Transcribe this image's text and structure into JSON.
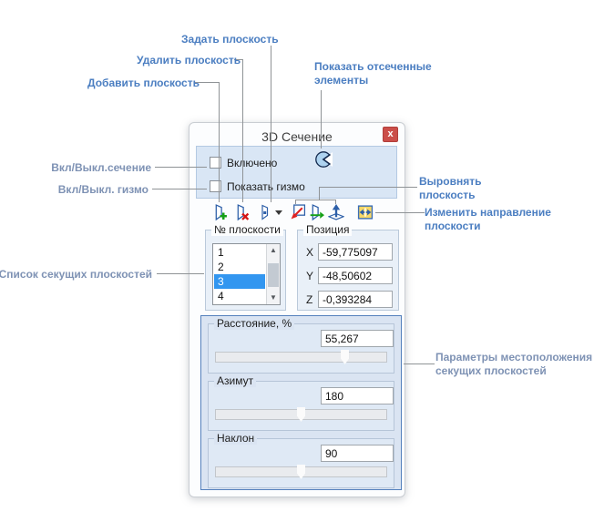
{
  "window": {
    "title": "3D Сечение",
    "close_label": "x"
  },
  "checkbox_panel": {
    "enabled": {
      "label": "Включено",
      "checked": false
    },
    "gizmo": {
      "label": "Показать гизмо",
      "checked": false
    },
    "section_view_icon": "section-eye-icon"
  },
  "toolbar": {
    "icons": [
      "add-plane-icon",
      "delete-plane-icon",
      "set-plane-icon",
      "dropdown-caret",
      "align-view-icon",
      "align-plane-icon",
      "align-normal-icon",
      "change-direction-icon"
    ]
  },
  "plane_list": {
    "label": "№ плоскости",
    "items": [
      "1",
      "2",
      "3",
      "4"
    ],
    "selected": "3"
  },
  "position": {
    "label": "Позиция",
    "rows": [
      {
        "axis": "X",
        "value": "-59,775097"
      },
      {
        "axis": "Y",
        "value": "-48,50602"
      },
      {
        "axis": "Z",
        "value": "-0,393284"
      }
    ]
  },
  "params": {
    "groups": [
      {
        "label": "Расстояние, %",
        "value": "55,267",
        "thumb_percent": 77
      },
      {
        "label": "Азимут",
        "value": "180",
        "thumb_percent": 50
      },
      {
        "label": "Наклон",
        "value": "90",
        "thumb_percent": 50
      }
    ]
  },
  "annotations": {
    "set_plane": "Задать плоскость",
    "delete_plane": "Удалить плоскость",
    "add_plane": "Добавить плоскость",
    "show_clipped_1": "Показать отсеченные",
    "show_clipped_2": "элементы",
    "toggle_section": "Вкл/Выкл.сечение",
    "toggle_gizmo": "Вкл/Выкл. гизмо",
    "align_1": "Выровнять",
    "align_2": "плоскость",
    "change_dir_1": "Изменить направление",
    "change_dir_2": "плоскости",
    "plane_list": "Список секущих плоскостей",
    "params_1": "Параметры местоположения",
    "params_2": "секущих плоскостей"
  },
  "colors": {
    "annotation_bright": "#4b7ec1",
    "annotation_muted": "#7e92b4",
    "leader_line": "#8f9396",
    "panel_blue": "#d9e6f5",
    "outer_box_border": "#5480bc",
    "selection_blue": "#3296f0",
    "close_red": "#cb4e49"
  }
}
